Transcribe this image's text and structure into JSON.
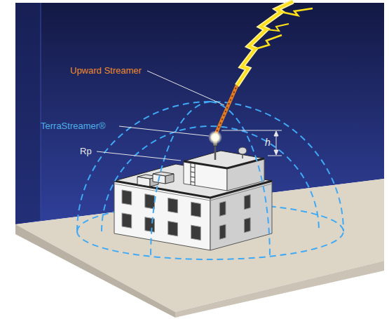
{
  "diagram": {
    "labels": [
      "Upward Streamer",
      "TerraStreamer®",
      "Rp",
      "h"
    ]
  }
}
